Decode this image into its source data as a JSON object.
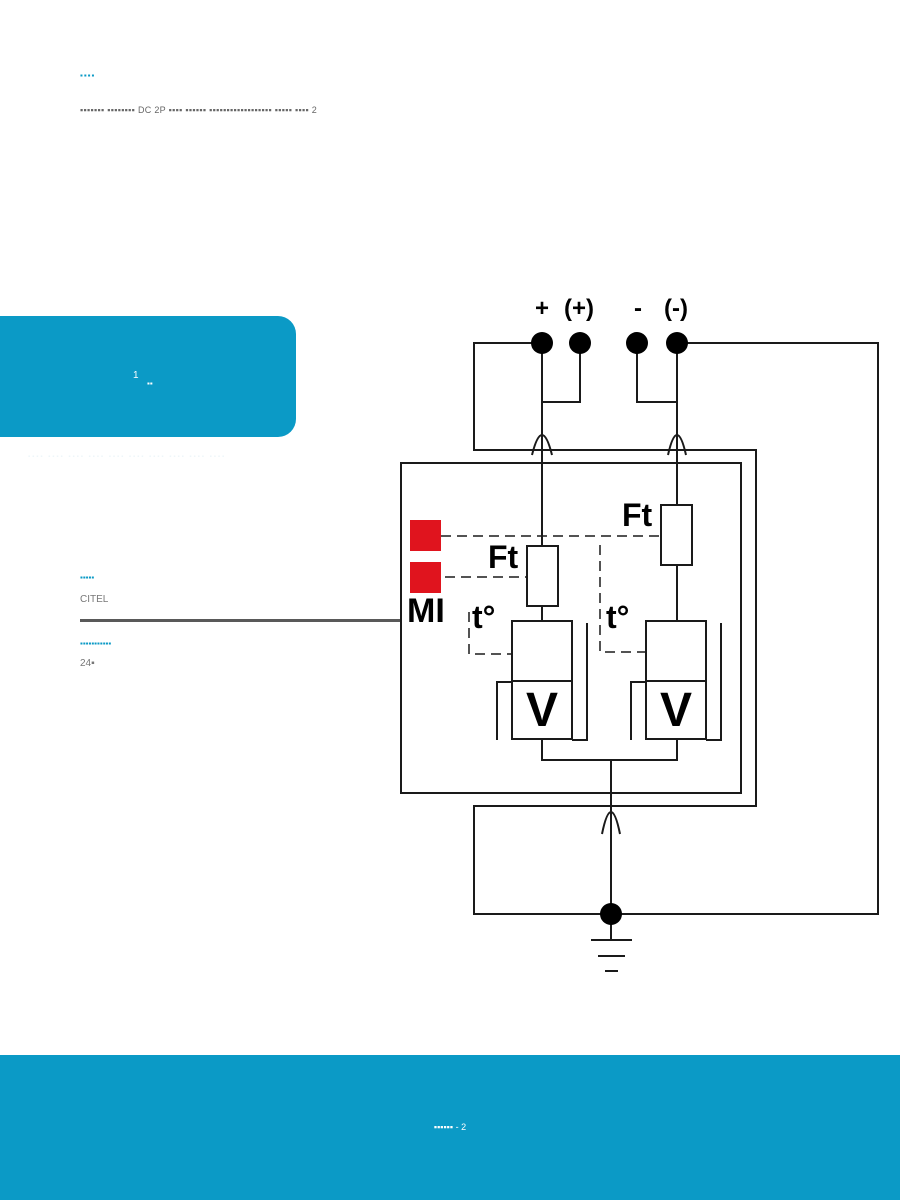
{
  "header": {
    "section_title": "▪▪▪▪",
    "description": "▪▪▪▪▪▪▪ ▪▪▪▪▪▪▪▪ DC 2P ▪▪▪▪ ▪▪▪▪▪▪ ▪▪▪▪▪▪▪▪▪▪▪▪▪▪▪▪▪▪ ▪▪▪▪▪ ▪▪▪▪ 2"
  },
  "tab": {
    "number": "1",
    "label": "▪▪",
    "subtext": "▪▪▪▪ ▪▪▪▪ ▪▪▪▪ ▪▪▪▪ ▪▪▪▪ ▪▪▪▪ ▪▪▪▪ ▪▪▪▪ ▪▪▪▪ ▪▪▪▪"
  },
  "fields": [
    {
      "label": "▪▪▪▪▪",
      "value": "CITEL"
    },
    {
      "label": "▪▪▪▪▪▪▪▪▪▪▪",
      "value": "24▪"
    }
  ],
  "diagram": {
    "terminals": [
      "+",
      "(+)",
      "-",
      "(-)"
    ],
    "labels": {
      "ft_left": "Ft",
      "ft_right": "Ft",
      "mi": "MI",
      "temp_left": "t°",
      "temp_right": "t°",
      "v_left": "V",
      "v_right": "V"
    },
    "colors": {
      "indicator": "#e0141e",
      "wire": "#1a1a1a"
    }
  },
  "footer": {
    "text": "▪▪▪▪▪▪ - 2"
  }
}
